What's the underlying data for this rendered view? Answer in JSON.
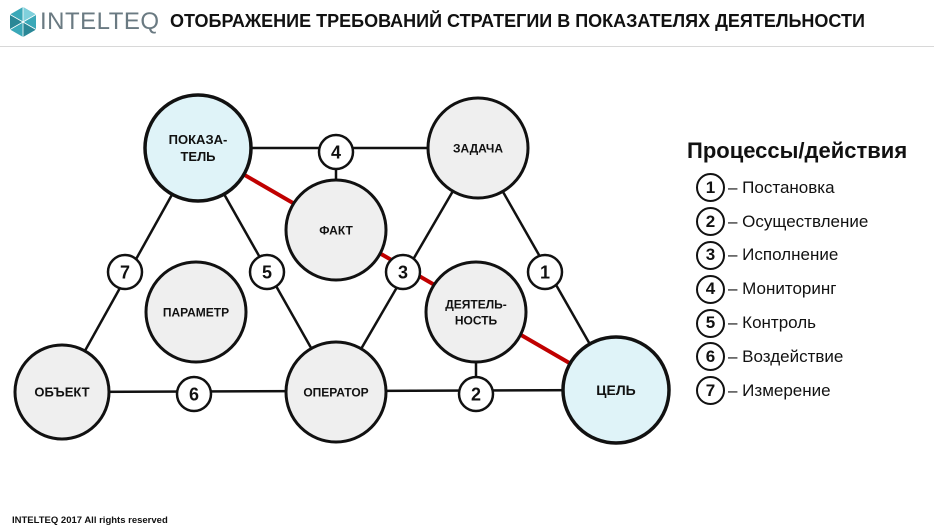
{
  "header": {
    "logo_text": "INTELTEQ",
    "title": "ОТОБРАЖЕНИЕ ТРЕБОВАНИЙ СТРАТЕГИИ  В ПОКАЗАТЕЛЯХ ДЕЯТЕЛЬНОСТИ"
  },
  "colors": {
    "highlight_fill": "#dff3f8",
    "normal_fill": "#efefef",
    "red_edge": "#c00000",
    "stroke": "#111111"
  },
  "diagram": {
    "nodes": [
      {
        "id": "pokazatel",
        "lines": [
          "ПОКАЗА-",
          "ТЕЛЬ"
        ],
        "highlight": true
      },
      {
        "id": "zadacha",
        "lines": [
          "ЗАДАЧА"
        ],
        "highlight": false
      },
      {
        "id": "fakt",
        "lines": [
          "ФАКТ"
        ],
        "highlight": false
      },
      {
        "id": "parametr",
        "lines": [
          "ПАРАМЕТР"
        ],
        "highlight": false
      },
      {
        "id": "deyatelnost",
        "lines": [
          "ДЕЯТЕЛЬ-",
          "НОСТЬ"
        ],
        "highlight": false
      },
      {
        "id": "obekt",
        "lines": [
          "ОБЪЕКТ"
        ],
        "highlight": false
      },
      {
        "id": "operator",
        "lines": [
          "ОПЕРАТОР"
        ],
        "highlight": false
      },
      {
        "id": "cel",
        "lines": [
          "ЦЕЛЬ"
        ],
        "highlight": true
      }
    ],
    "badges": [
      "4",
      "7",
      "5",
      "3",
      "1",
      "6",
      "2"
    ]
  },
  "legend": {
    "title": "Процессы/действия",
    "items": [
      {
        "num": "1",
        "label": "– Постановка"
      },
      {
        "num": "2",
        "label": "– Осуществление"
      },
      {
        "num": "3",
        "label": "– Исполнение"
      },
      {
        "num": "4",
        "label": "– Мониторинг"
      },
      {
        "num": "5",
        "label": "– Контроль"
      },
      {
        "num": "6",
        "label": "– Воздействие"
      },
      {
        "num": "7",
        "label": "– Измерение"
      }
    ]
  },
  "footer": {
    "copyright": "INTELTEQ 2017 All rights reserved"
  }
}
